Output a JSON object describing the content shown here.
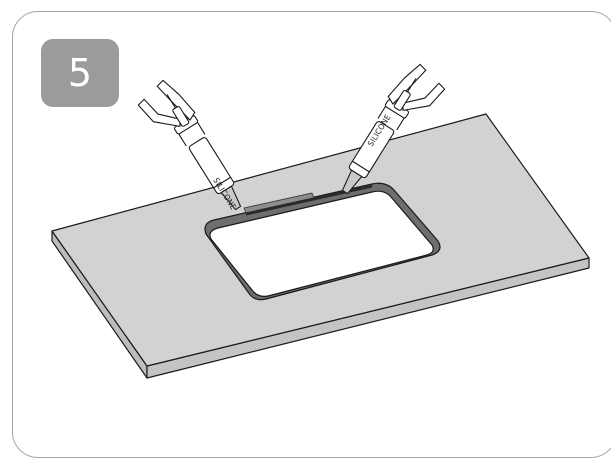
{
  "step": {
    "number": "5"
  },
  "left_gun": {
    "label": "SILICONE"
  },
  "right_gun": {
    "label": "SILICONE"
  },
  "colors": {
    "countertop_top": "#d2d2d2",
    "countertop_edge": "#bdbdbd",
    "silicone_bead": "#8d8d8d",
    "badge": "#9b9b9b"
  },
  "icons": [
    "caulking-gun-icon",
    "caulking-gun-icon"
  ]
}
